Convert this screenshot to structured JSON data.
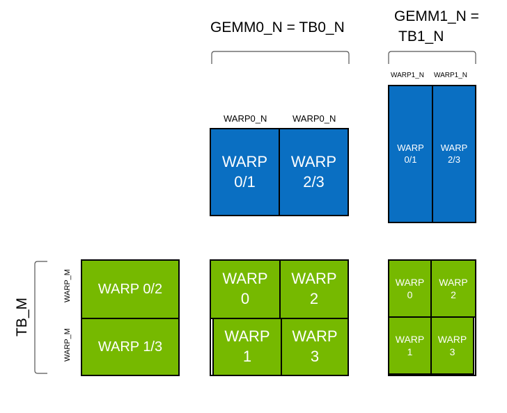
{
  "labels": {
    "gemm0_n": "GEMM0_N = TB0_N",
    "gemm1_n_line1": "GEMM1_N =",
    "gemm1_n_line2": "TB1_N",
    "warp0_n": "WARP0_N",
    "warp1_n": "WARP1_N",
    "tb_m": "TB_M",
    "warp_m": "WARP_M"
  },
  "b0_tiles": [
    "WARP\n0/1",
    "WARP\n2/3"
  ],
  "b1_tiles": [
    "WARP\n0/1",
    "WARP\n2/3"
  ],
  "a_tiles": [
    "WARP 0/2",
    "WARP 1/3"
  ],
  "c0_tiles": [
    "WARP\n0",
    "WARP\n2",
    "WARP\n1",
    "WARP\n3"
  ],
  "c1_tiles": [
    "WARP\n0",
    "WARP\n2",
    "WARP\n1",
    "WARP\n3"
  ],
  "colors": {
    "blue": "#0a6fc2",
    "green": "#76b900",
    "border": "#000000"
  }
}
